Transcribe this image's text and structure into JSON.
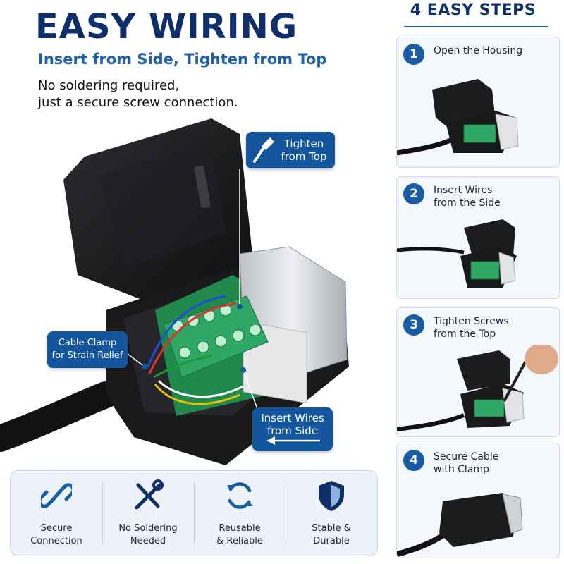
{
  "hero": {
    "title": "EASY WIRING",
    "subtitle": "Insert from Side, Tighten from Top",
    "tagline_line1": "No soldering required,",
    "tagline_line2": "just a secure screw connection."
  },
  "callouts": {
    "tighten_line1": "Tighten",
    "tighten_line2": "from Top",
    "clamp_line1": "Cable Clamp",
    "clamp_line2": "for Strain Relief",
    "insert_line1": "Insert Wires",
    "insert_line2": "from Side"
  },
  "features": [
    {
      "icon": "link-icon",
      "line1": "Secure",
      "line2": "Connection"
    },
    {
      "icon": "tools-icon",
      "line1": "No Soldering",
      "line2": "Needed"
    },
    {
      "icon": "refresh-icon",
      "line1": "Reusable",
      "line2": "& Reliable"
    },
    {
      "icon": "shield-icon",
      "line1": "Stable &",
      "line2": "Durable"
    }
  ],
  "steps": {
    "title": "4 EASY STEPS",
    "items": [
      {
        "number": "1",
        "line1": "Open the Housing",
        "line2": ""
      },
      {
        "number": "2",
        "line1": "Insert Wires",
        "line2": "from the Side"
      },
      {
        "number": "3",
        "line1": "Tighten Screws",
        "line2": "from the Top"
      },
      {
        "number": "4",
        "line1": "Secure Cable",
        "line2": "with Clamp"
      }
    ]
  },
  "colors": {
    "navy": "#0f2f6b",
    "accent_blue": "#1d5fa8",
    "callout_blue": "#13569e",
    "terminal_green": "#2fa866",
    "pcb_green": "#1f8a4c",
    "housing_black": "#1b1c1e"
  }
}
